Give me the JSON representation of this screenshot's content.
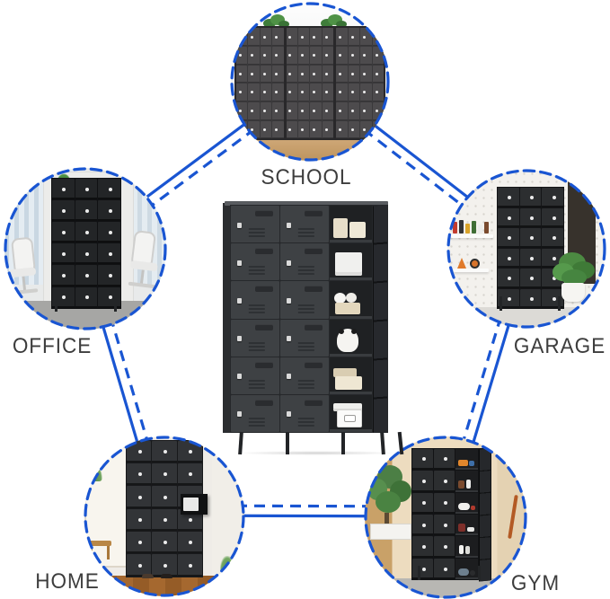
{
  "diagram": {
    "nodes": [
      {
        "id": "school",
        "label": "SCHOOL"
      },
      {
        "id": "office",
        "label": "OFFICE"
      },
      {
        "id": "garage",
        "label": "GARAGE"
      },
      {
        "id": "home",
        "label": "HOME"
      },
      {
        "id": "gym",
        "label": "GYM"
      }
    ],
    "center_product": "metal-storage-locker-cabinet",
    "connections": [
      [
        "school",
        "office"
      ],
      [
        "school",
        "garage"
      ],
      [
        "office",
        "home"
      ],
      [
        "garage",
        "gym"
      ],
      [
        "home",
        "gym"
      ]
    ]
  },
  "colors": {
    "accent_blue": "#1955d2",
    "label_text": "#3d3d3d",
    "locker_dark": "#3e4144",
    "locker_black": "#232527",
    "wood_floor": "#a5682f"
  }
}
